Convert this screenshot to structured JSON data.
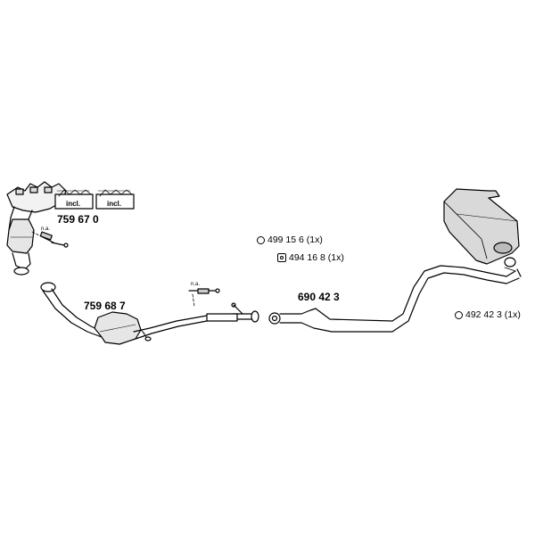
{
  "parts": {
    "manifold_catalyst": "759 67 0",
    "front_pipe_catalyst": "759 68 7",
    "middle_pipe": "690 42 3"
  },
  "kits": {
    "kit1_label": "incl.",
    "kit2_label": "incl."
  },
  "not_available": {
    "lambda_upper": "n.a.",
    "lambda_lower": "n.a."
  },
  "accessories": [
    {
      "label": "499 15 6 (1x)"
    },
    {
      "label": "494 16 8 (1x)"
    },
    {
      "label": "492 42 3 (1x)"
    }
  ]
}
